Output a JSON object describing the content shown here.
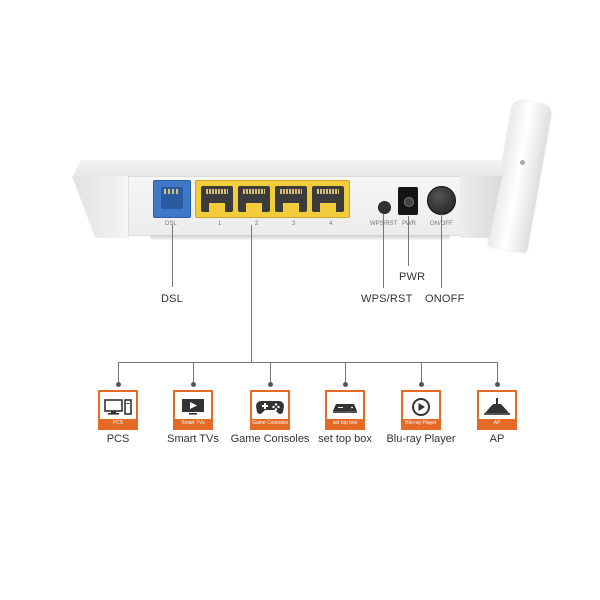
{
  "router": {
    "ports": [
      "1",
      "2",
      "3",
      "4"
    ],
    "wps_port_label": "WPS/RST",
    "pwr_port_label": "PWR",
    "onoff_port_label": "ON/OFF",
    "dsl_port_label": "DSL"
  },
  "callouts": {
    "dsl": "DSL",
    "wps": "WPS/RST",
    "pwr": "PWR",
    "onoff": "ONOFF"
  },
  "devices": [
    {
      "icon": "pc-icon",
      "caption": "PCS",
      "label": "PCS"
    },
    {
      "icon": "tv-icon",
      "caption": "Smart TVs",
      "label": "Smart TVs"
    },
    {
      "icon": "gamepad-icon",
      "caption": "Game Consoles",
      "label": "Game Consoles"
    },
    {
      "icon": "settop-box-icon",
      "caption": "set top box",
      "label": "set top box"
    },
    {
      "icon": "play-icon",
      "caption": "Blu-ray Player",
      "label": "Blu-ray Player"
    },
    {
      "icon": "access-point-icon",
      "caption": "AP",
      "label": "AP"
    }
  ],
  "colors": {
    "accent": "#e56a26",
    "lan_ports": "#f3cc3b",
    "dsl_port": "#3f78c9",
    "line": "#777777"
  }
}
